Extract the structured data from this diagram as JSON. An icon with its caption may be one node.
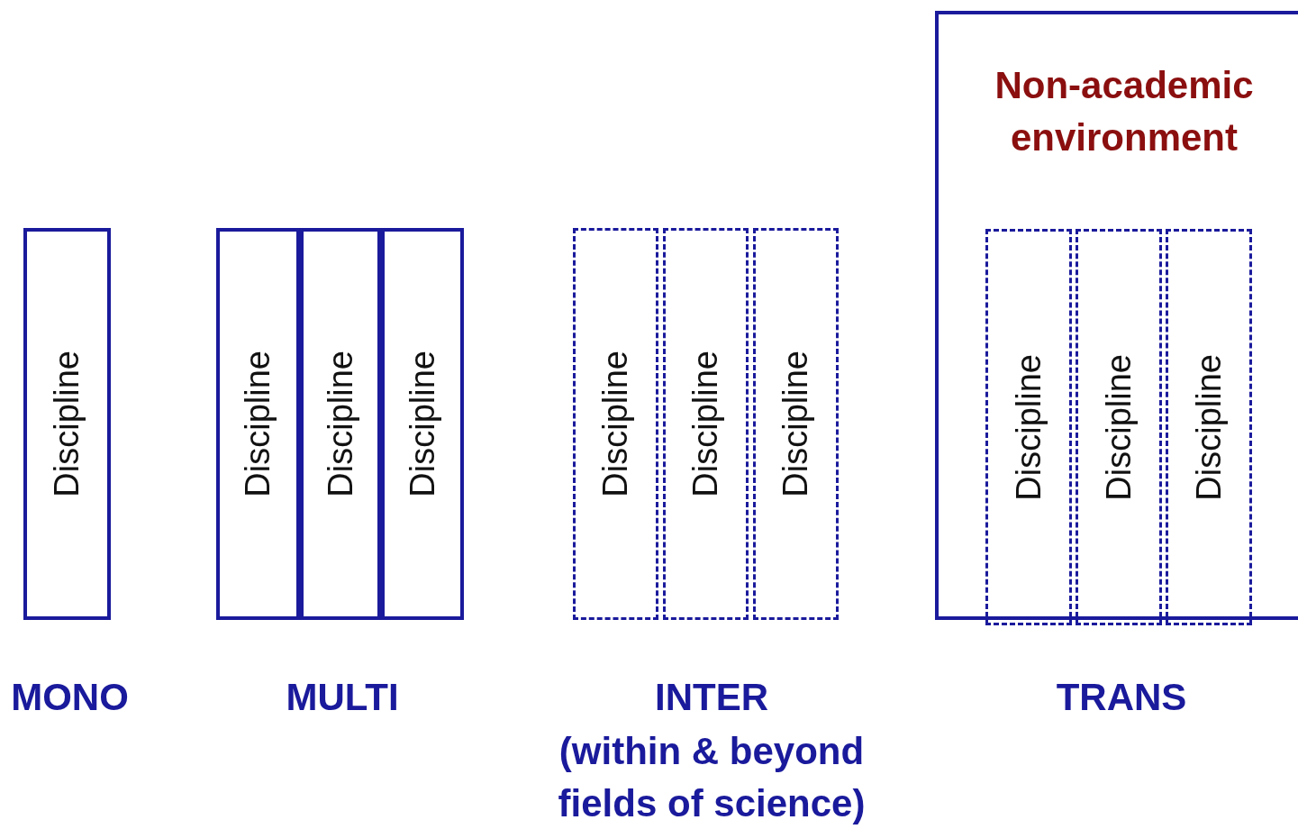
{
  "diagram": {
    "nodes": [
      {
        "text": [
          "Discipline"
        ]
      },
      {
        "text": [
          "Discipline"
        ]
      },
      {
        "text": [
          "Discipline"
        ]
      },
      {
        "text": [
          "Discipline"
        ]
      },
      {
        "text": [
          "Discipline"
        ]
      },
      {
        "text": [
          "Discipline"
        ]
      },
      {
        "text": [
          "Discipline"
        ]
      },
      {
        "text": [
          "Non-academic environment"
        ]
      },
      {
        "text": [
          "Discipline"
        ],
        "in": 7
      },
      {
        "text": [
          "Discipline"
        ],
        "in": 7
      },
      {
        "text": [
          "Discipline"
        ],
        "in": 7
      }
    ],
    "edges": [],
    "labels": [
      "MONO",
      "MULTI",
      "INTER",
      "(within & beyond fields of science)",
      "TRANS"
    ]
  }
}
